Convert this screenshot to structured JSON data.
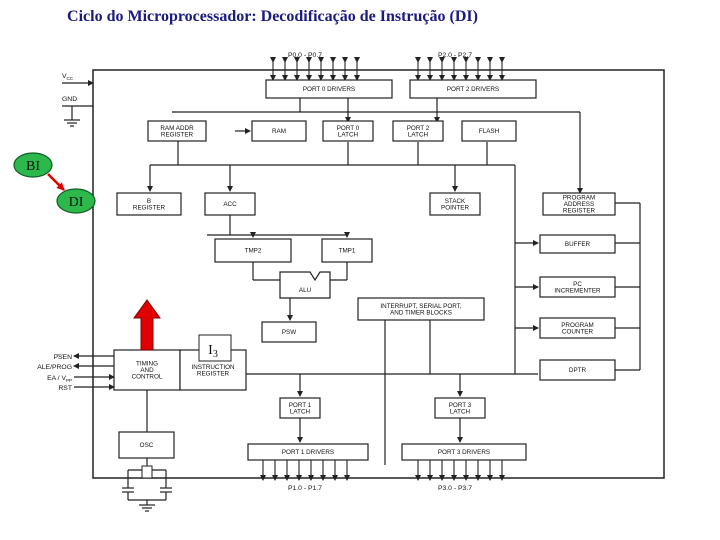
{
  "title": "Ciclo do Microprocessador: Decodificação de Instrução (DI)",
  "stages": {
    "bi": "BI",
    "di": "DI",
    "i3": "I",
    "i3_sub": "3"
  },
  "colors": {
    "bi_fill": "#2db84c",
    "di_fill": "#2db84c",
    "arrow_red": "#e00000",
    "title_color": "#1a1a80"
  },
  "pins": {
    "vcc": "V",
    "vcc_sub": "CC",
    "gnd": "GND",
    "psen": "PSEN",
    "ale_prog": "ALE/PROG",
    "ea_vpp": "EA / V",
    "ea_vpp_sub": "PP",
    "rst": "RST",
    "p0": "P0.0 - P0.7",
    "p2": "P2.0 - P2.7",
    "p1": "P1.0 - P1.7",
    "p3": "P3.0 - P3.7"
  },
  "blocks": {
    "port0_drivers": [
      "PORT 0 DRIVERS"
    ],
    "port2_drivers": [
      "PORT 2 DRIVERS"
    ],
    "ram_addr_register": [
      "RAM ADDR",
      "REGISTER"
    ],
    "ram": [
      "RAM"
    ],
    "port0_latch": [
      "PORT 0",
      "LATCH"
    ],
    "port2_latch": [
      "PORT 2",
      "LATCH"
    ],
    "flash": [
      "FLASH"
    ],
    "b_register": [
      "B",
      "REGISTER"
    ],
    "acc": [
      "ACC"
    ],
    "stack_pointer": [
      "STACK",
      "POINTER"
    ],
    "program_address_register": [
      "PROGRAM",
      "ADDRESS",
      "REGISTER"
    ],
    "tmp2": [
      "TMP2"
    ],
    "tmp1": [
      "TMP1"
    ],
    "buffer": [
      "BUFFER"
    ],
    "alu": [
      "ALU"
    ],
    "pc_incrementer": [
      "PC",
      "INCREMENTER"
    ],
    "interrupt_blocks": [
      "INTERRUPT, SERIAL PORT,",
      "AND TIMER BLOCKS"
    ],
    "psw": [
      "PSW"
    ],
    "program_counter": [
      "PROGRAM",
      "COUNTER"
    ],
    "timing_control": [
      "TIMING",
      "AND",
      "CONTROL"
    ],
    "instruction_register": [
      "INSTRUCTION",
      "REGISTER"
    ],
    "dptr": [
      "DPTR"
    ],
    "port1_latch": [
      "PORT 1",
      "LATCH"
    ],
    "port3_latch": [
      "PORT 3",
      "LATCH"
    ],
    "osc": [
      "OSC"
    ],
    "port1_drivers": [
      "PORT 1 DRIVERS"
    ],
    "port3_drivers": [
      "PORT 3 DRIVERS"
    ]
  }
}
